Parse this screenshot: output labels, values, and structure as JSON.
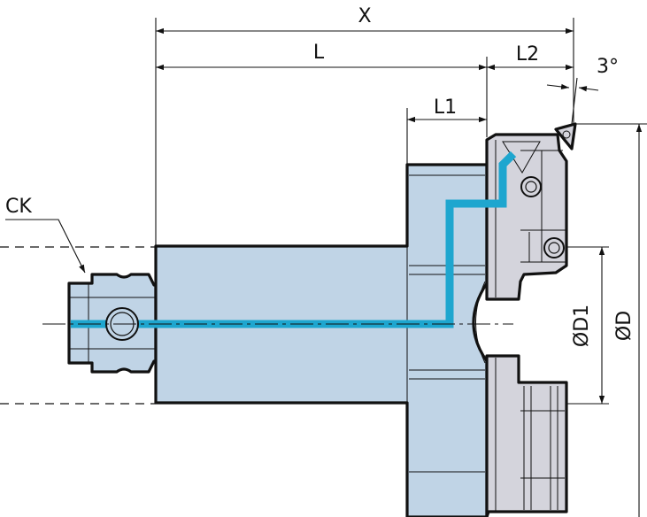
{
  "dimensions": {
    "x": "X",
    "l": "L",
    "l1": "L1",
    "l2": "L2",
    "angle": "3°",
    "ck": "CK",
    "d1": "ØD1",
    "d": "ØD"
  },
  "colors": {
    "body": "#c0d4e6",
    "insert_holder": "#d4d4dc",
    "coolant_channel": "#1ea6cf",
    "outline": "#111111"
  }
}
